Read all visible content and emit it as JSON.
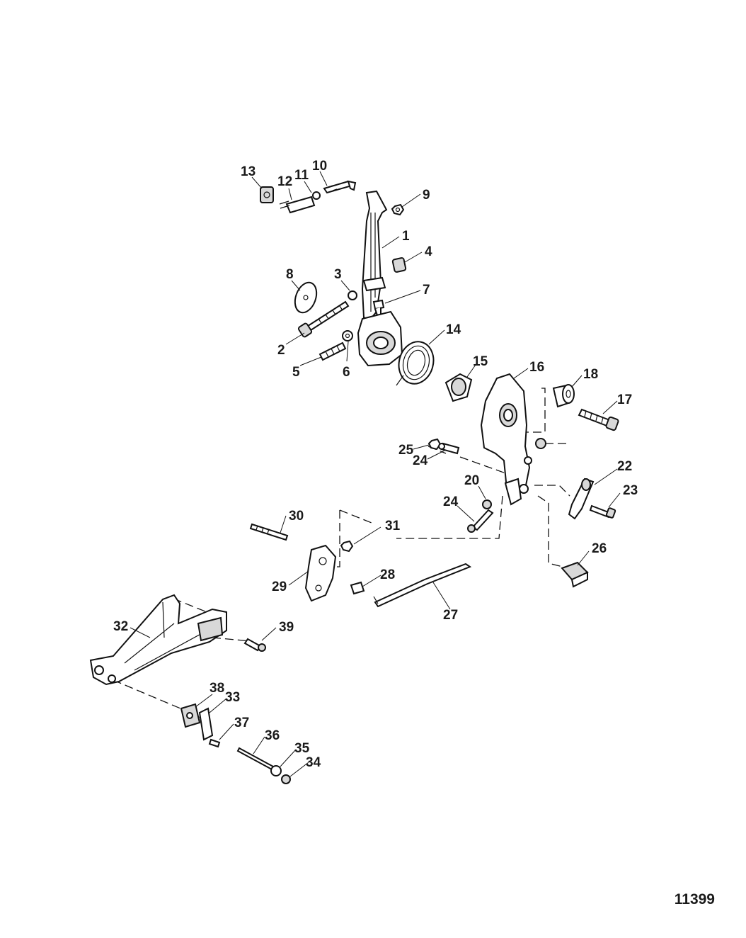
{
  "figure_number": "11399",
  "callouts": [
    {
      "id": "13",
      "text": "13"
    },
    {
      "id": "12",
      "text": "12"
    },
    {
      "id": "11",
      "text": "11"
    },
    {
      "id": "10",
      "text": "10"
    },
    {
      "id": "9",
      "text": "9"
    },
    {
      "id": "1",
      "text": "1"
    },
    {
      "id": "4",
      "text": "4"
    },
    {
      "id": "8",
      "text": "8"
    },
    {
      "id": "3",
      "text": "3"
    },
    {
      "id": "7",
      "text": "7"
    },
    {
      "id": "14",
      "text": "14"
    },
    {
      "id": "2",
      "text": "2"
    },
    {
      "id": "5",
      "text": "5"
    },
    {
      "id": "6",
      "text": "6"
    },
    {
      "id": "15",
      "text": "15"
    },
    {
      "id": "16",
      "text": "16"
    },
    {
      "id": "18",
      "text": "18"
    },
    {
      "id": "17",
      "text": "17"
    },
    {
      "id": "25",
      "text": "25"
    },
    {
      "id": "24a",
      "text": "24"
    },
    {
      "id": "22",
      "text": "22"
    },
    {
      "id": "20",
      "text": "20"
    },
    {
      "id": "23",
      "text": "23"
    },
    {
      "id": "24b",
      "text": "24"
    },
    {
      "id": "30",
      "text": "30"
    },
    {
      "id": "31",
      "text": "31"
    },
    {
      "id": "26",
      "text": "26"
    },
    {
      "id": "28",
      "text": "28"
    },
    {
      "id": "29",
      "text": "29"
    },
    {
      "id": "27",
      "text": "27"
    },
    {
      "id": "32",
      "text": "32"
    },
    {
      "id": "39",
      "text": "39"
    },
    {
      "id": "38",
      "text": "38"
    },
    {
      "id": "33",
      "text": "33"
    },
    {
      "id": "37",
      "text": "37"
    },
    {
      "id": "36",
      "text": "36"
    },
    {
      "id": "35",
      "text": "35"
    },
    {
      "id": "34",
      "text": "34"
    }
  ]
}
